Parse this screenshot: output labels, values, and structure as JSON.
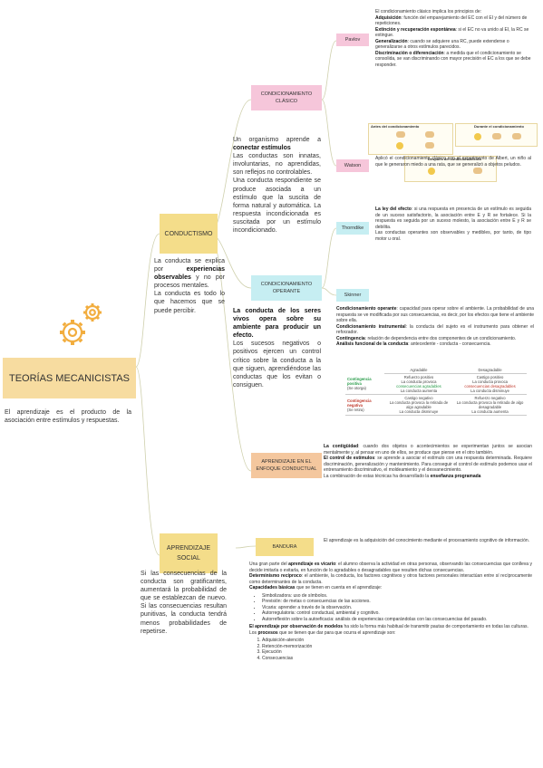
{
  "main": {
    "title": "TEORÍAS MECANICISTAS",
    "description": "El aprendizaje es el producto de la asociación entre estímulos y respuestas."
  },
  "conductismo": {
    "title": "CONDUCTISMO",
    "desc1": "La conducta se explica por",
    "desc2": "experiencias observables",
    "desc3": " y no por procesos mentales.",
    "desc4": "La conducta es todo lo que hacemos que se puede percibir."
  },
  "clasico": {
    "title": "CONDICIONAMIENTO CLÁSICO",
    "text1": "Un organismo aprende a ",
    "text1b": "conectar estímulos",
    "text2": "Las conductas son innatas, involuntarias, no aprendidas, son reflejos no controlables.",
    "text3": "Una conducta respondiente se produce asociada a un estímulo que la suscita de forma natural y automática. La respuesta incondicionada es suscitada por un estímulo incondicionado."
  },
  "pavlov": {
    "name": "Pavlov",
    "intro": "El condicionamiento clásico implica los principios de:",
    "p1b": "Adquisición",
    "p1": ": función del emparejamiento del EC con el EI y del número de repeticiones.",
    "p2b": "Extinción y recuperación espontánea",
    "p2": ": si el EC no va unido al EI, la RC se extingue.",
    "p3b": "Generalización",
    "p3": ": cuando se adquiere una RC, puede extenderse o generalizarse a otros estímulos parecidos.",
    "p4b": "Discriminación o diferenciación",
    "p4": ": a medida que el condicionamiento se consolida, se van discriminando con mayor precisión el EC a los que se debe responder.",
    "diagram_before": "Antes del condicionamiento",
    "diagram_during": "Durante el condicionamiento",
    "diagram_after": "Después del condicionamiento"
  },
  "watson": {
    "name": "Watson",
    "text": "Aplicó el condicionamiento clásico con el experimento de Albert, un niño al que le generaron miedo a una rata, que se generalizó a objetos peludos."
  },
  "operante": {
    "title": "CONDICIONAMIENTO OPERANTE",
    "text1": "La conducta de los seres vivos opera sobre su ambiente para producir un efecto.",
    "text2": "Los sucesos negativos o positivos ejercen un control crítico sobre la conducta a la que siguen, aprendiéndose las conductas que los evitan o consiguen."
  },
  "thorndike": {
    "name": "Thorndike",
    "b1": "La ley del efecto",
    "t1": ": si una respuesta en presencia de un estímulo es seguida de un suceso satisfactorio, la asociación entre E y R se fortalece. Si la respuesta es seguida por un suceso molesto, la asociación entre E y R se debilita.",
    "t2": "Las conductas operantes son observables y medibles, por tanto, de tipo motor u oral."
  },
  "skinner": {
    "name": "Skinner",
    "b1": "Condicionamiento operante",
    "t1": ": capacidad para operar sobre el ambiente. La probabilidad de una respuesta se ve modificada por sus consecuencias, es decir, por los efectos que tiene el ambiente sobre ella.",
    "b2": "Condicionamiento instrumental",
    "t2": ": la conducta del sujeto es el instrumento para obtener el reforzador.",
    "b3": "Contingencia",
    "t3": ": relación de dependencia entre dos componentes de un condicionamiento.",
    "b4": "Análisis funcional de la conducta",
    "t4": ": antecedente - conducta - consecuencia.",
    "table_header1": "Agradable",
    "table_header2": "Desagradable",
    "row1_label": "Contingencia positiva",
    "row1_sub": "(Se otorga)",
    "row2_label": "Contingencia negativa",
    "row2_sub": "(Se retira)",
    "c11a": "Refuerzo positivo",
    "c11b": "La conducta provoca",
    "c11c": "consecuencias agradables",
    "c11d": "La conducta aumenta",
    "c12a": "Castigo positivo",
    "c12b": "La conducta provoca",
    "c12c": "consecuencias desagradables",
    "c12d": "La conducta disminuye",
    "c21a": "Castigo negativo",
    "c21b": "La conducta provoca la retirada de algo agradable",
    "c21c": "La conducta disminuye",
    "c22a": "Refuerzo negativo",
    "c22b": "La conducta provoca la retirada de algo desagradable",
    "c22c": "La conducta aumenta"
  },
  "enfoque": {
    "title": "APRENDIZAJE EN EL ENFOQUE CONDUCTUAL",
    "b1": "La contigüidad",
    "t1": ": cuando dos objetos o acontecimientos se experimentan juntos se asocian mentalmente y, al pensar en uno de ellos, se produce que piense en el otro también.",
    "b2": "El control de estímulos",
    "t2": ": se aprende a asociar el estímulo con una respuesta determinada. Requiere discriminación, generalización y mantenimiento. Para conseguir el control de estímulo podemos usar el entrenamiento discriminativo, el moldeamiento y el desvanecimiento.",
    "t3a": "La combinación de estas técnicas ha desarrollado la ",
    "b3": "enseñanza programada"
  },
  "social": {
    "title": "APRENDIZAJE SOCIAL",
    "text": "Si las consecuencias de la conducta son gratificantes, aumentará la probabilidad de que se establezcan de nuevo. Si las consecuencias resultan punitivas, la conducta tendrá menos probabilidades de repetirse."
  },
  "bandura": {
    "name": "BANDURA",
    "intro": "El aprendizaje es la adquisición del conocimiento mediante el procesamiento cognitivo de información.",
    "p1a": "Una gran parte del ",
    "p1b": "aprendizaje es vicario",
    "p1c": ": el alumno observa la actividad en otras personas, observando las consecuencias que conlleva y decide imitarla o evitarla, en función de lo agradables o desagradables que resulten dichas consecuencias.",
    "p2b": "Determinismo recíproco",
    "p2": ": el ambiente, la conducta, los factores cognitivos y otros factores personales interactúan entre sí recíprocamente como determinantes de la conducta.",
    "p3b": "Capacidades básicas",
    "p3": " que se tienen en cuenta en el aprendizaje:",
    "bullets": [
      "Simbolizadora: uso de símbolos.",
      "Previsión: de metas o consecuencias de las acciones.",
      "Vicaria: aprender a través de la observación.",
      "Autorregulatoria: control conductual, ambiental y cognitivo.",
      "Autorreflexión sobre la autoeficacia: análisis de experiencias comparándolas con las consecuencias del pasado."
    ],
    "p4b": "El aprendizaje por observación de modelos",
    "p4": " ha sido la forma más habitual de transmitir pautas de comportamiento en todas las culturas.",
    "p5a": "Los ",
    "p5b": "procesos",
    "p5c": " que se tienen que dar para que ocurra el aprendizaje son:",
    "steps": [
      "Adquisición-atención",
      "Retención-memorización",
      "Ejecución",
      "Consecuencias"
    ]
  },
  "colors": {
    "main_bg": "#f7dca0",
    "yellow": "#f4dd8a",
    "pink": "#f6c6da",
    "cyan": "#c6eef2",
    "orange": "#f4c79e",
    "line": "#c9c9a8",
    "gear": "#f2ad3e"
  }
}
